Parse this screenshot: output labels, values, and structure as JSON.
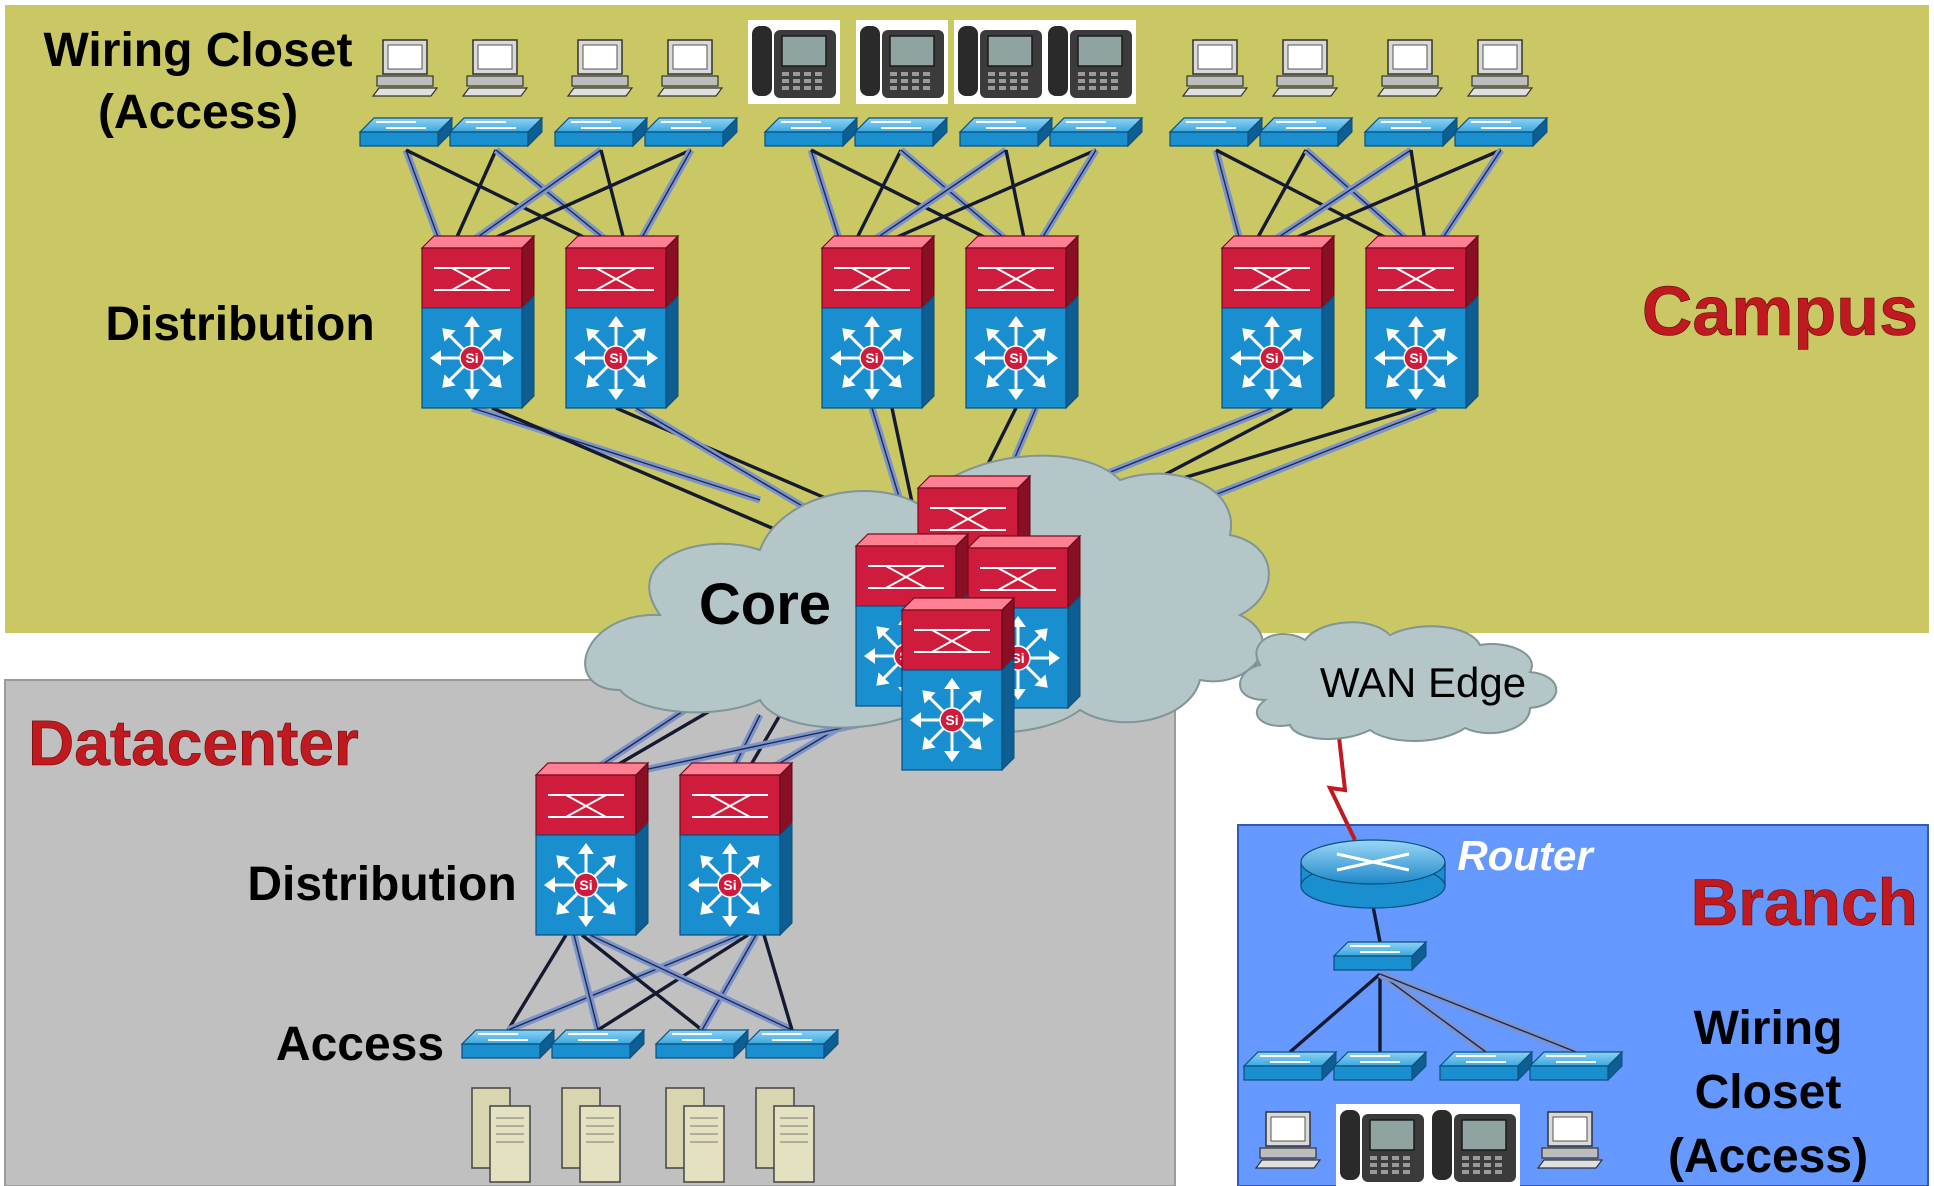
{
  "regions": {
    "campus": "Campus",
    "datacenter": "Datacenter",
    "branch": "Branch"
  },
  "labels": {
    "campus_access_line1": "Wiring Closet",
    "campus_access_line2": "(Access)",
    "campus_distribution": "Distribution",
    "core": "Core",
    "wan_edge": "WAN Edge",
    "dc_distribution": "Distribution",
    "dc_access": "Access",
    "router": "Router",
    "branch_access_line1": "Wiring",
    "branch_access_line2": "Closet",
    "branch_access_line3": "(Access)"
  },
  "colors": {
    "campus_bg": "#c9c864",
    "datacenter_bg": "#c0c0c0",
    "branch_bg": "#6699ff",
    "switch_blue": "#1a8fd0",
    "switch_red": "#d01c3c",
    "label_red": "#c0191f",
    "cloud": "#b4c6c8"
  },
  "icons": [
    "layer3-switch-icon",
    "access-switch-icon",
    "pc-icon",
    "ip-phone-icon",
    "server-icon",
    "router-icon",
    "cloud-icon"
  ]
}
